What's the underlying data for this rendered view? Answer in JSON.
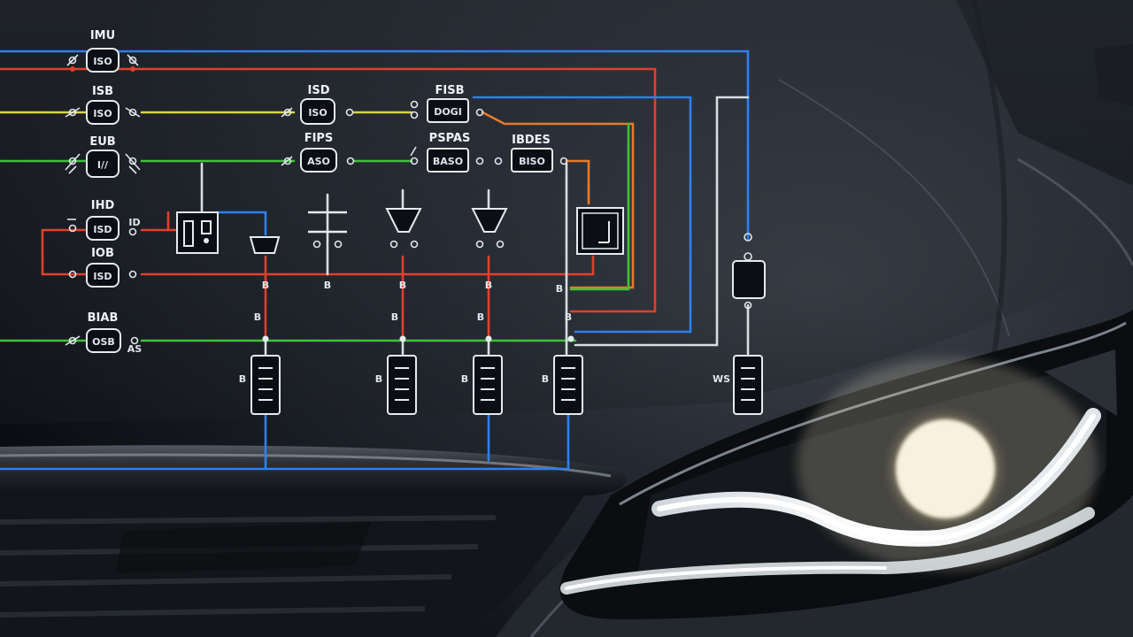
{
  "colors": {
    "blue": "#2f7ff0",
    "red": "#e1402c",
    "orange": "#e87a2a",
    "yellow": "#d9d34a",
    "green": "#3fc23a",
    "white": "#e6ebef"
  },
  "diagram": {
    "left_labels": {
      "r1": "IMU",
      "r1_box": "ISO",
      "r2": "ISB",
      "r2_box": "ISO",
      "r3": "EUB",
      "r3_box": "I//",
      "r4": "IHD",
      "r4_box": "ISD",
      "r4_side": "ID",
      "r5": "IOB",
      "r5_box": "ISD",
      "r6": "BIAB",
      "r6_box": "OSB",
      "r6_side": "AS"
    },
    "mid_labels": {
      "c1": "ISD",
      "c1_box": "ISO",
      "c2": "FIPS",
      "c2_box": "ASO",
      "d1": "FISB",
      "d1_box": "DOGI",
      "d2": "PSPAS",
      "d2_box": "BASO",
      "e1": "IBDES",
      "e1_box": "BISO"
    },
    "vertical_labels": {
      "v1": "B",
      "v2": "B",
      "v3": "B",
      "v4": "B",
      "p1": "B",
      "p2": "B",
      "p3": "B",
      "p4": "B",
      "p5": "WS"
    }
  }
}
